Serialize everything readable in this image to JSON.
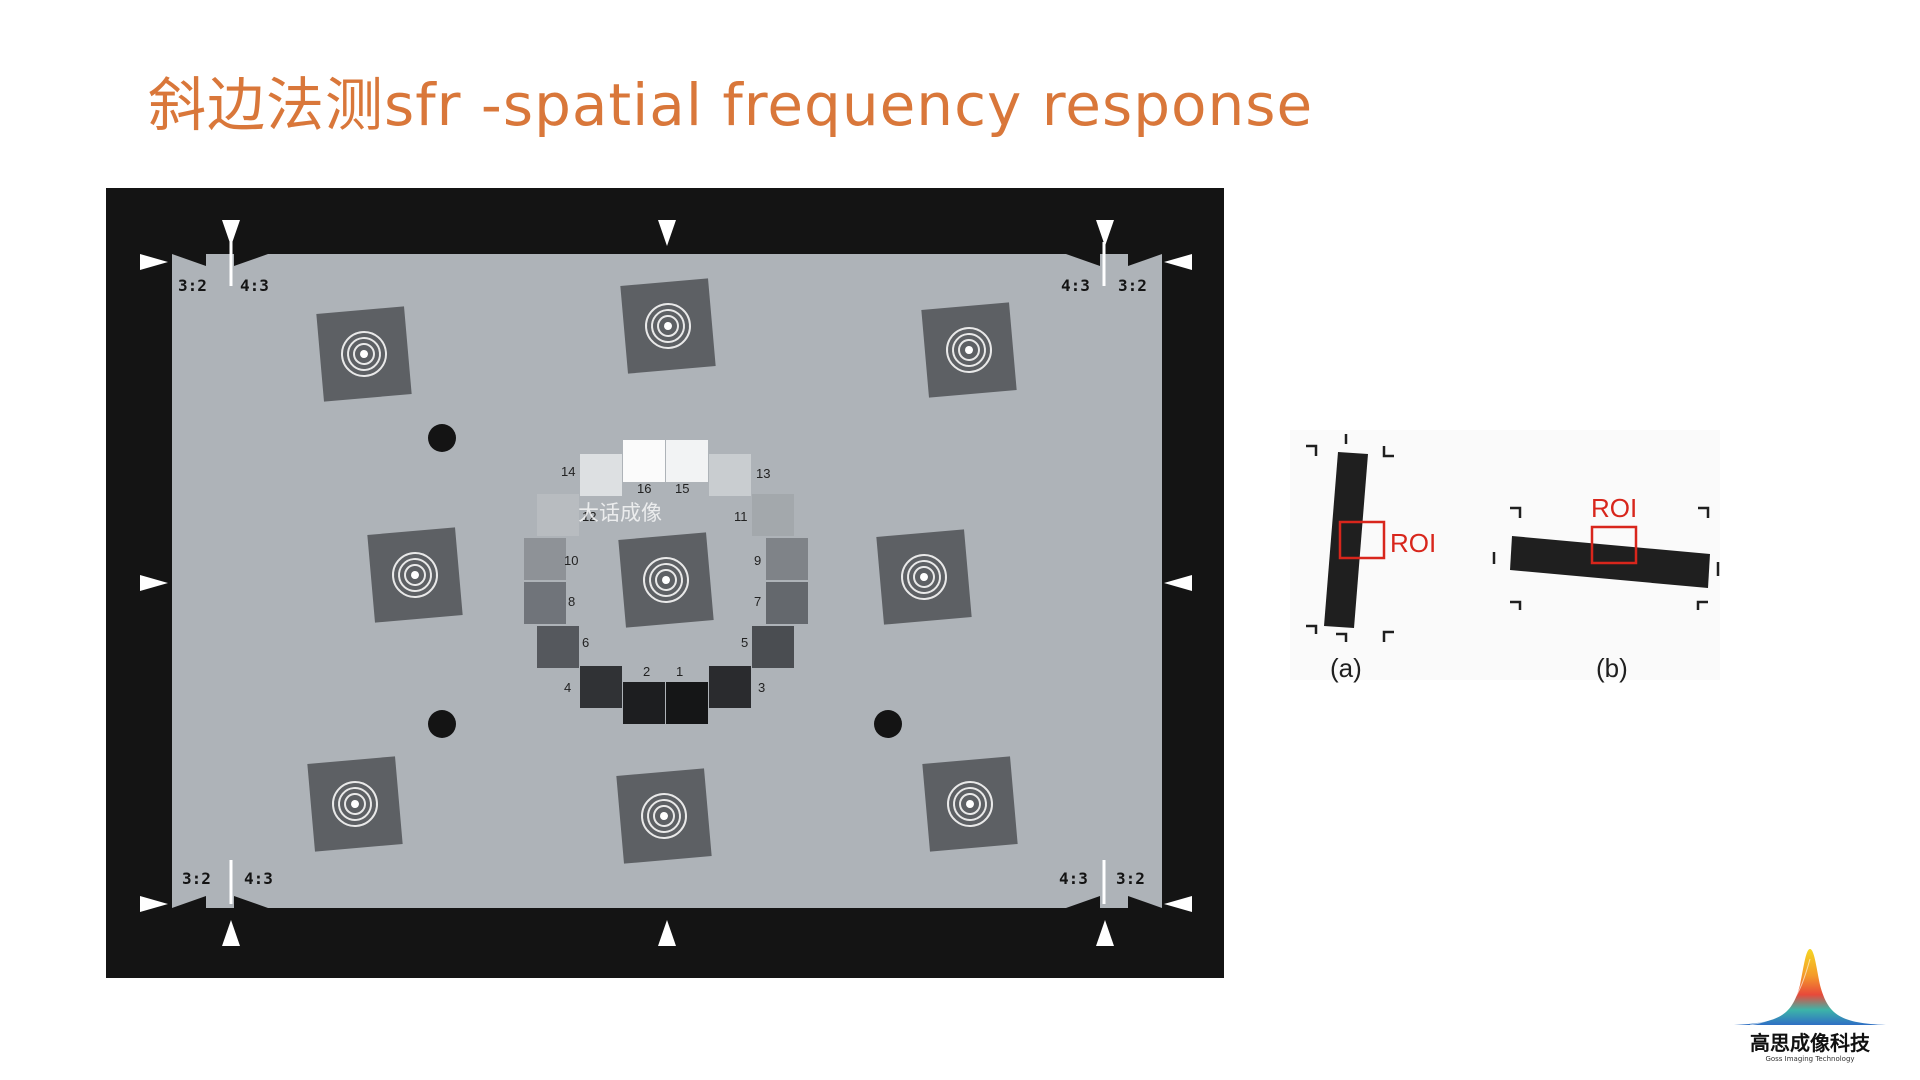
{
  "slide": {
    "title": "斜边法测sfr -spatial frequency response"
  },
  "test_chart": {
    "aspect_labels": [
      "3:2",
      "4:3",
      "4:3",
      "3:2",
      "3:2",
      "4:3",
      "4:3",
      "3:2"
    ],
    "gray_patch_numbers": [
      "1",
      "2",
      "3",
      "4",
      "5",
      "6",
      "7",
      "8",
      "9",
      "10",
      "11",
      "12",
      "13",
      "14",
      "15",
      "16"
    ],
    "watermark": "大话成像",
    "colors": {
      "frame": "#141414",
      "field": "#aeb3b8",
      "target": "#5d6064"
    }
  },
  "roi_figure": {
    "roi_label_a": "ROI",
    "roi_label_b": "ROI",
    "caption_a": "(a)",
    "caption_b": "(b)",
    "colors": {
      "roi_box": "#d8261c",
      "edge_bar": "#1f1f1f"
    }
  },
  "logo": {
    "name": "高思成像科技",
    "subtitle": "Goss Imaging Technology",
    "icon": "bell-curve-logo-icon"
  }
}
